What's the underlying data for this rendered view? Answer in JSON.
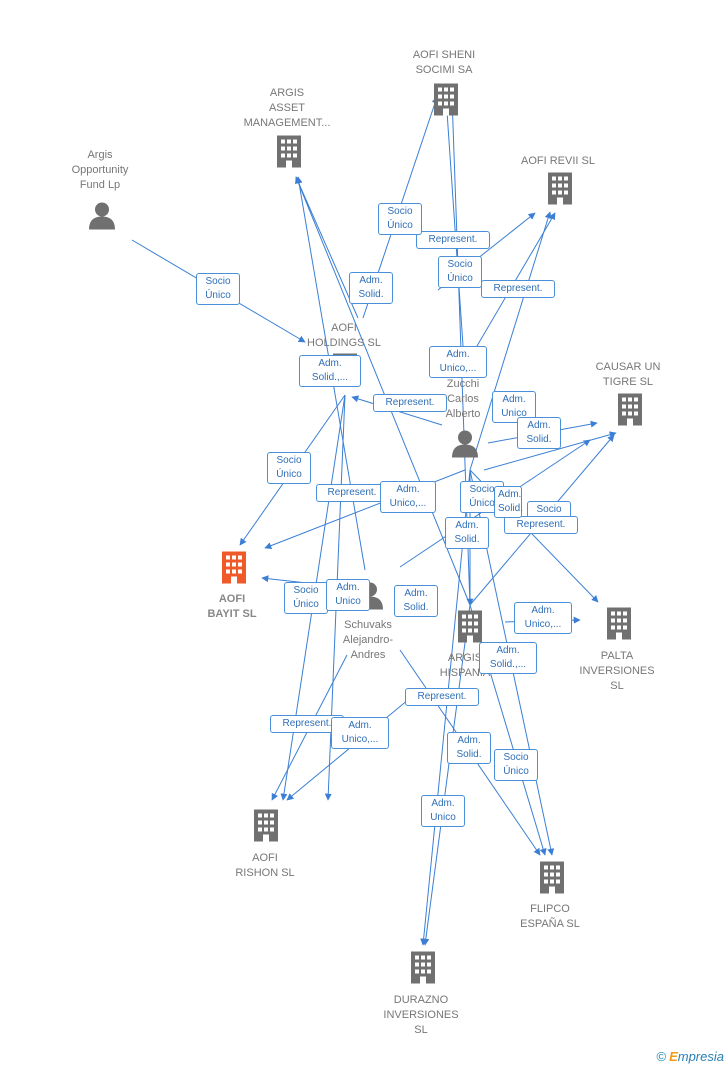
{
  "nodes": {
    "aofi_sheni": "AOFI SHENI\nSOCIMI SA",
    "argis_asset": "ARGIS\nASSET\nMANAGEMENT...",
    "argis_fund": "Argis\nOpportunity\nFund Lp",
    "aofi_revii": "AOFI REVII  SL",
    "aofi_holdings": "AOFI\nHOLDINGS  SL",
    "zucchi": "Zucchi\nCarlos\nAlberto",
    "causar": "CAUSAR UN\nTIGRE  SL",
    "aofi_bayit": "AOFI\nBAYIT  SL",
    "schuvaks": "Schuvaks\nAlejandro-\nAndres",
    "argis_hispania": "ARGIS\nHISPANIA",
    "palta": "PALTA\nINVERSIONES\nSL",
    "aofi_rishon": "AOFI\nRISHON  SL",
    "flipco": "FLIPCO\nESPAÑA  SL",
    "durazno": "DURAZNO\nINVERSIONES\nSL"
  },
  "edge_labels": {
    "l1": "Socio\nÚnico",
    "l2": "Represent.",
    "l3": "Socio\nÚnico",
    "l4": "Adm.\nSolid.",
    "l5": "Represent.",
    "l6": "Socio\nÚnico",
    "l7": "Adm.\nSolid.,...",
    "l8": "Adm.\nUnico,...",
    "l9": "Represent.",
    "l10": "Adm.\nUnico",
    "l11": "Adm.\nSolid.",
    "l12": "Socio\nÚnico",
    "l13": "Represent.",
    "l14": "Adm.\nUnico,...",
    "l15": "Socio\nÚnico",
    "l16": "Adm.\nSolid.",
    "l17": "Socio\nÚnico",
    "l18": "Represent.",
    "l19": "Adm.\nSolid.",
    "l20": "Socio\nÚnico",
    "l21": "Adm.\nUnico",
    "l22": "Adm.\nSolid.",
    "l23": "Adm.\nUnico,...",
    "l24": "Adm.\nSolid.,...",
    "l25": "Represent.",
    "l26": "Represent.",
    "l27": "Adm.\nUnico,...",
    "l28": "Adm.\nSolid.",
    "l29": "Socio\nÚnico",
    "l30": "Adm.\nUnico"
  },
  "brand": {
    "copyright": "©",
    "first": "E",
    "rest": "mpresia"
  },
  "colors": {
    "edge": "#3a7fd5",
    "building": "#707070",
    "focus": "#f05a28",
    "person": "#707070"
  }
}
